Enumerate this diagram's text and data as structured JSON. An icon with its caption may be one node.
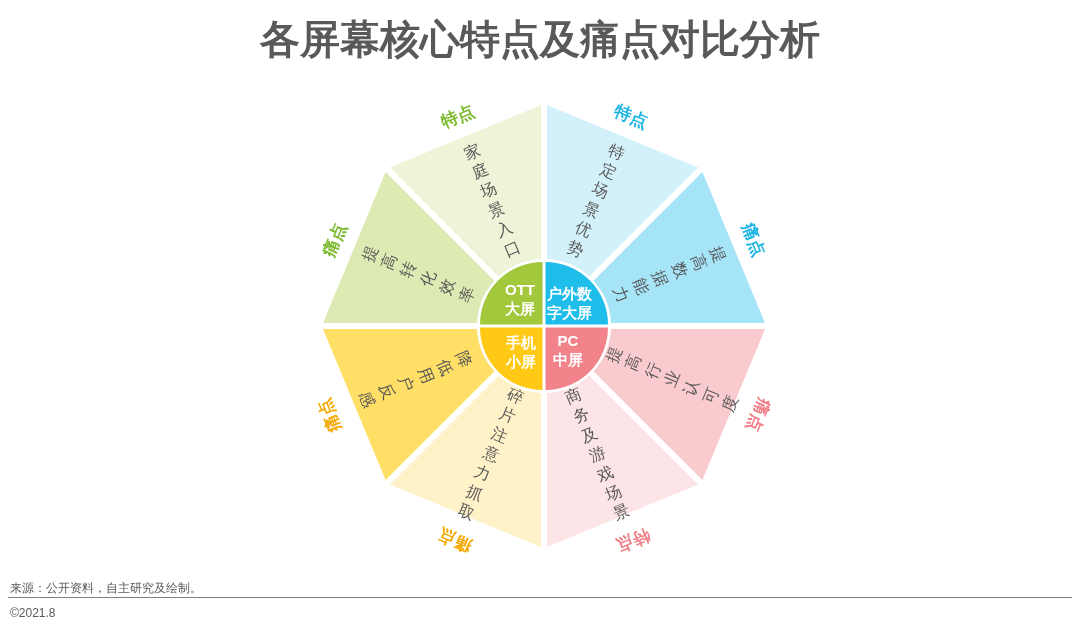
{
  "diagram": {
    "title": "各屏幕核心特点及痛点对比分析",
    "nodes": [
      {
        "text": [
          "OTT大屏"
        ]
      },
      {
        "text": [
          "特点",
          "家庭场景入口"
        ]
      },
      {
        "text": [
          "痛点",
          "提高转化效率"
        ]
      },
      {
        "text": [
          "户外数字大屏"
        ]
      },
      {
        "text": [
          "特点",
          "特定场景优势"
        ]
      },
      {
        "text": [
          "痛点",
          "提高数据能力"
        ]
      },
      {
        "text": [
          "手机小屏"
        ]
      },
      {
        "text": [
          "痛点",
          "降低用户反感"
        ]
      },
      {
        "text": [
          "痛点",
          "碎片注意力抓取"
        ]
      },
      {
        "text": [
          "PC中屏"
        ]
      },
      {
        "text": [
          "痛点",
          "提高行业认可度"
        ]
      },
      {
        "text": [
          "特点",
          "商务及游戏场景"
        ]
      }
    ],
    "labels": [
      "来源：公开资料，自主研究及绘制。",
      "©2021.8"
    ]
  }
}
